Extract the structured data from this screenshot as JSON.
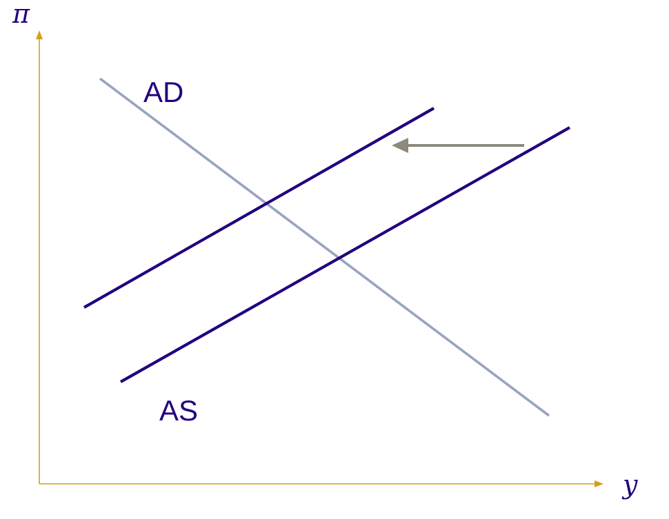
{
  "labels": {
    "vertical_axis": "π",
    "horizontal_axis": "y",
    "ad_curve": "AD",
    "as_curve": "AS"
  },
  "colors": {
    "axes": "#D4A017",
    "as_curves": "#23007F",
    "ad_curve": "#97A3C1",
    "shift_arrow": "#8C8A7D",
    "text": "#23007F"
  },
  "shift_direction": "left"
}
